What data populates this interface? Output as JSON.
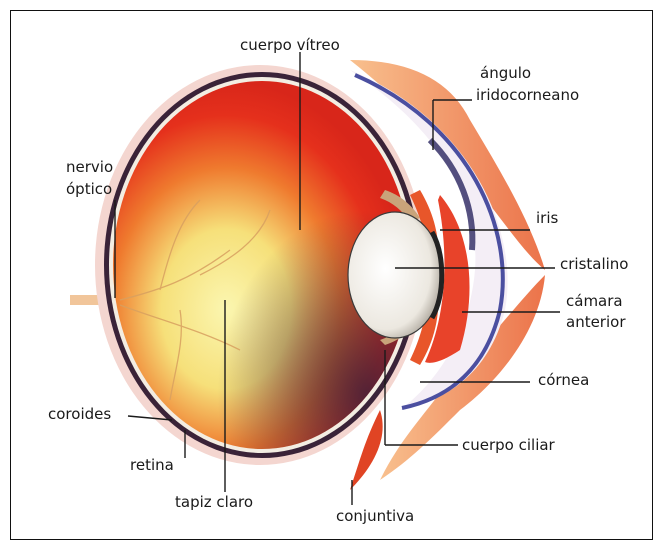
{
  "labels": {
    "cuerpo_vitreo": "cuerpo vítreo",
    "angulo_line1": "ángulo",
    "angulo_line2": "iridocorneano",
    "nervio_line1": "nervio",
    "nervio_line2": "óptico",
    "iris": "iris",
    "cristalino": "cristalino",
    "camara_line1": "cámara",
    "camara_line2": "anterior",
    "cornea": "córnea",
    "coroides": "coroides",
    "retina": "retina",
    "cuerpo_ciliar": "cuerpo ciliar",
    "tapiz_claro": "tapiz claro",
    "conjuntiva": "conjuntiva"
  },
  "colors": {
    "vitreous_red": "#e8321e",
    "tapetum_yellow": "#f6f08a",
    "sclera_dark": "#2a1a2e",
    "iris_orange": "#e8562a",
    "lens_white": "#f4f1ec",
    "eyelid_orange": "#f08a4a",
    "cornea_blue": "#4b4fa0"
  }
}
